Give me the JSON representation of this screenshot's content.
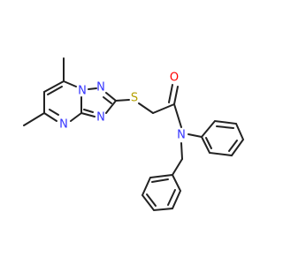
{
  "molecule": {
    "atom_labels": {
      "n_a": "N",
      "n_b": "N",
      "n_c": "N",
      "n_d": "N",
      "s": "S",
      "o": "O",
      "n_amide": "N"
    },
    "colors": {
      "bond": "#222222",
      "nitrogen": "#3333ff",
      "sulfur": "#b5a000",
      "oxygen": "#ff0000",
      "background": "#ffffff"
    }
  }
}
